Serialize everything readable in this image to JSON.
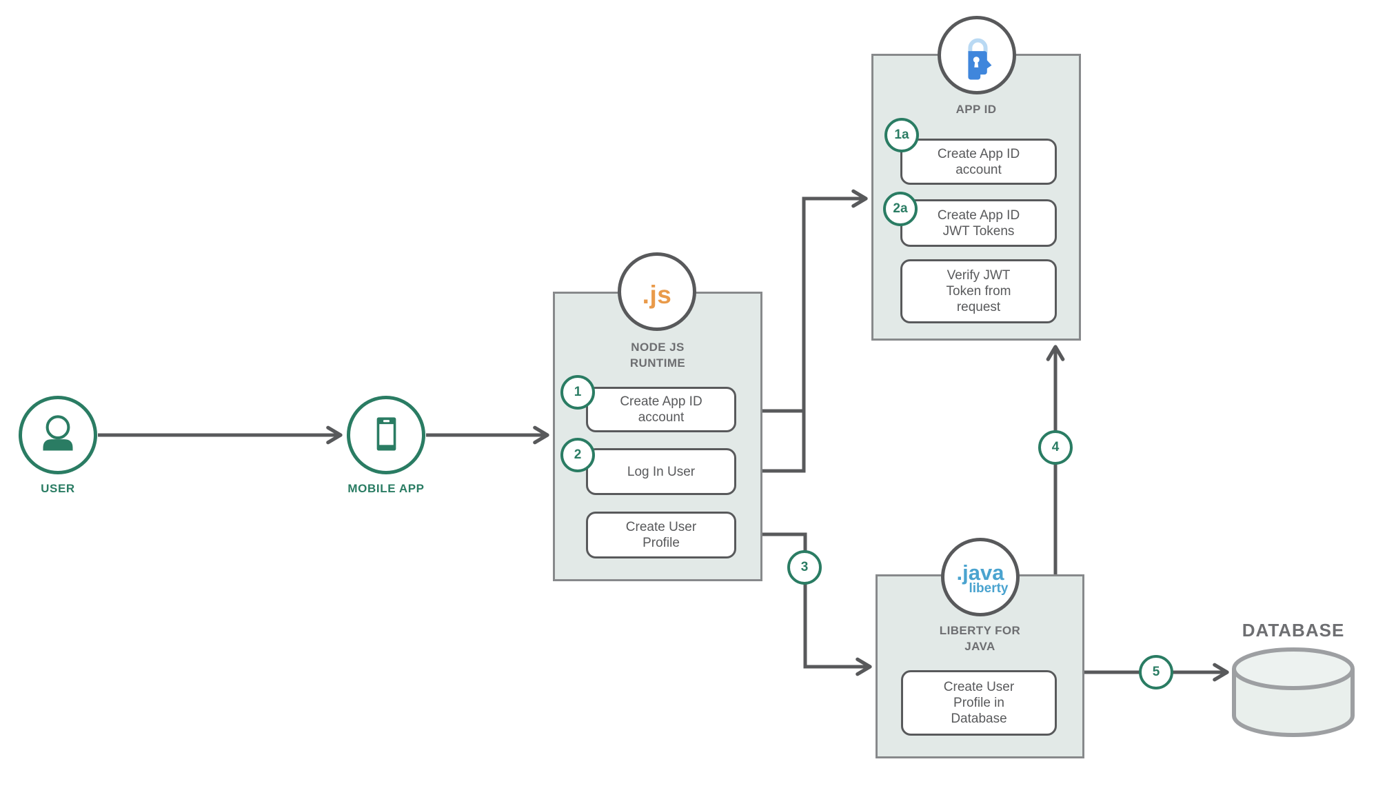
{
  "palette": {
    "teal": "#2A7C63",
    "line_gray": "#58595B",
    "panel_fill": "#E2E9E7",
    "panel_border": "#87898B",
    "title_gray": "#6D6E71",
    "nodejs_orange": "#E99A4A",
    "appid_blue": "#3F86DC",
    "appid_blue_light": "#B9D9F3",
    "java_blue": "#4AA3CF",
    "database_gray": "#9D9FA2"
  },
  "user": {
    "label": "USER"
  },
  "mobile": {
    "label": "MOBILE APP"
  },
  "nodejs": {
    "logo": ".js",
    "title1": "NODE JS",
    "title2": "RUNTIME",
    "steps": [
      {
        "badge": "1",
        "line1": "Create App ID",
        "line2": "account"
      },
      {
        "badge": "2",
        "line1": "Log In User",
        "line2": ""
      },
      {
        "badge": "",
        "line1": "Create User",
        "line2": "Profile"
      }
    ]
  },
  "appid": {
    "title": "APP ID",
    "steps": [
      {
        "badge": "1a",
        "line1": "Create App ID",
        "line2": "account",
        "line3": ""
      },
      {
        "badge": "2a",
        "line1": "Create App ID",
        "line2": "JWT Tokens",
        "line3": ""
      },
      {
        "badge": "",
        "line1": "Verify JWT",
        "line2": "Token from",
        "line3": "request"
      }
    ]
  },
  "liberty": {
    "logo1": ".java",
    "logo2": "liberty",
    "title1": "LIBERTY FOR",
    "title2": "JAVA",
    "steps": [
      {
        "badge": "",
        "line1": "Create User",
        "line2": "Profile in",
        "line3": "Database"
      }
    ]
  },
  "database": {
    "label": "DATABASE"
  },
  "flow_badges": {
    "b3": "3",
    "b4": "4",
    "b5": "5"
  }
}
